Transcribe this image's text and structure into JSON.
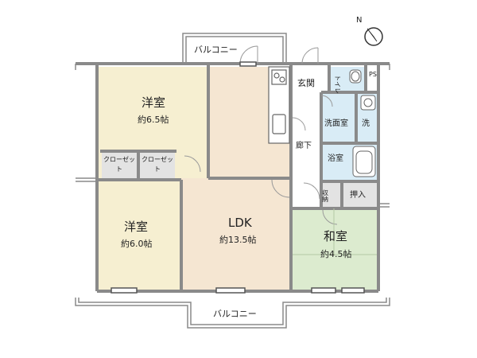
{
  "balcony_top": "バルコニー",
  "balcony_bottom": "バルコニー",
  "rooms": {
    "western_top": {
      "name": "洋室",
      "size": "約6.5帖"
    },
    "western_bottom": {
      "name": "洋室",
      "size": "約6.0帖"
    },
    "ldk": {
      "name": "LDK",
      "size": "約13.5帖"
    },
    "japanese": {
      "name": "和室",
      "size": "約4.5帖"
    },
    "entrance": "玄関",
    "toilet": "トイレ",
    "ps": "PS",
    "washroom": "洗面室",
    "laundry": "洗",
    "corridor": "廊下",
    "bathroom": "浴室",
    "storage": "収納",
    "oshiire": "押入",
    "closet_left": "クローゼット",
    "closet_right": "クローゼット"
  },
  "compass_label": "N",
  "colors": {
    "western": "#f6efd1",
    "ldk": "#f5e6d2",
    "japanese": "#dcebcf",
    "closet": "#e3e3e3",
    "water": "#d9ecf6",
    "wall": "#8a8a8a"
  }
}
